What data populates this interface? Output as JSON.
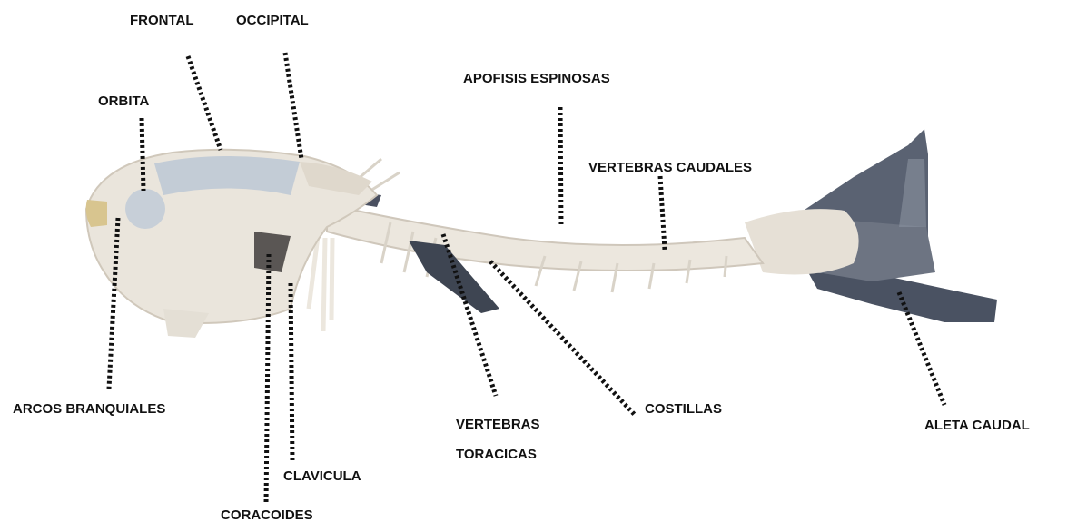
{
  "labels": {
    "frontal": "FRONTAL",
    "occipital": "OCCIPITAL",
    "orbita": "ORBITA",
    "apofisis_espinosas": "APOFISIS ESPINOSAS",
    "vertebras_caudales": "VERTEBRAS CAUDALES",
    "arcos_branquiales": "ARCOS BRANQUIALES",
    "vertebras_toracicas_line1": "VERTEBRAS",
    "vertebras_toracicas_line2": "TORACICAS",
    "costillas": "COSTILLAS",
    "aleta_caudal": "ALETA CAUDAL",
    "clavicula": "CLAVICULA",
    "coracoides": "CORACOIDES"
  },
  "colors": {
    "bone": "#ece7de",
    "bone_shadow": "#cfc7bb",
    "skull_blue": "#b9c6d4",
    "fin_dark": "#4d5666",
    "leader": "#111111"
  }
}
